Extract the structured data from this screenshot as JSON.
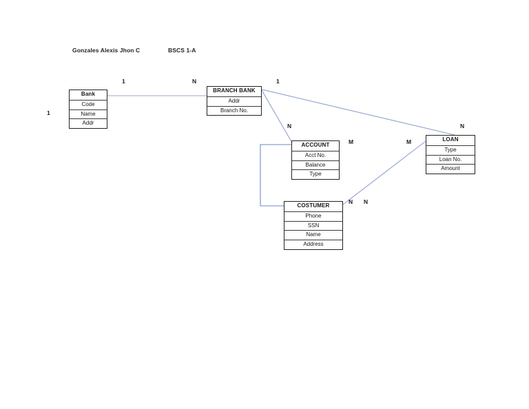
{
  "document": {
    "header": {
      "student_name": "Gonzales Alexis Jhon C",
      "course_section": "BSCS 1-A"
    }
  },
  "diagram": {
    "type": "entity-relationship-diagram",
    "colors": {
      "box_border": "#222222",
      "row_divider": "#3a3a3a",
      "connector_light": "#ccd3e8",
      "connector_blue": "#8fa0cf",
      "text": "#1a1a1a",
      "background": "#ffffff"
    },
    "entities": [
      {
        "id": "bank",
        "title": "Bank",
        "attributes": [
          "Code",
          "Name",
          "Addr"
        ]
      },
      {
        "id": "branch-bank",
        "title": "BRANCH BANK",
        "attributes": [
          "Addr",
          "Branch No."
        ]
      },
      {
        "id": "account",
        "title": "ACCOUNT",
        "attributes": [
          "Acct No.",
          "Balance",
          "Type"
        ]
      },
      {
        "id": "costumer",
        "title": "COSTUMER",
        "attributes": [
          "Phone",
          "SSN",
          "Name",
          "Address"
        ]
      },
      {
        "id": "loan",
        "title": "LOAN",
        "attributes": [
          "Type",
          "Loan No.",
          "Amount"
        ]
      }
    ],
    "cardinality_labels": [
      {
        "id": "bank-left",
        "text": "1"
      },
      {
        "id": "bank-to-branch",
        "text": "1"
      },
      {
        "id": "branch-from-bank",
        "text": "N"
      },
      {
        "id": "branch-to-loan",
        "text": "1"
      },
      {
        "id": "branch-to-account",
        "text": "N"
      },
      {
        "id": "account-right",
        "text": "M"
      },
      {
        "id": "loan-top",
        "text": "N"
      },
      {
        "id": "loan-left",
        "text": "M"
      },
      {
        "id": "costumer-right-near",
        "text": "N"
      },
      {
        "id": "costumer-right-far",
        "text": "N"
      }
    ],
    "relationships": [
      {
        "id": "bank-branch",
        "from": "bank",
        "to": "branch-bank",
        "from_card": "1",
        "to_card": "N"
      },
      {
        "id": "branch-loan",
        "from": "branch-bank",
        "to": "loan",
        "from_card": "1",
        "to_card": "N"
      },
      {
        "id": "branch-account",
        "from": "branch-bank",
        "to": "account",
        "from_card": "N",
        "to_card": "M"
      },
      {
        "id": "costumer-loan",
        "from": "costumer",
        "to": "loan",
        "from_card": "N",
        "to_card": "M"
      },
      {
        "id": "account-costumer",
        "from": "account",
        "to": "costumer",
        "from_card": "M",
        "to_card": "N"
      }
    ]
  }
}
